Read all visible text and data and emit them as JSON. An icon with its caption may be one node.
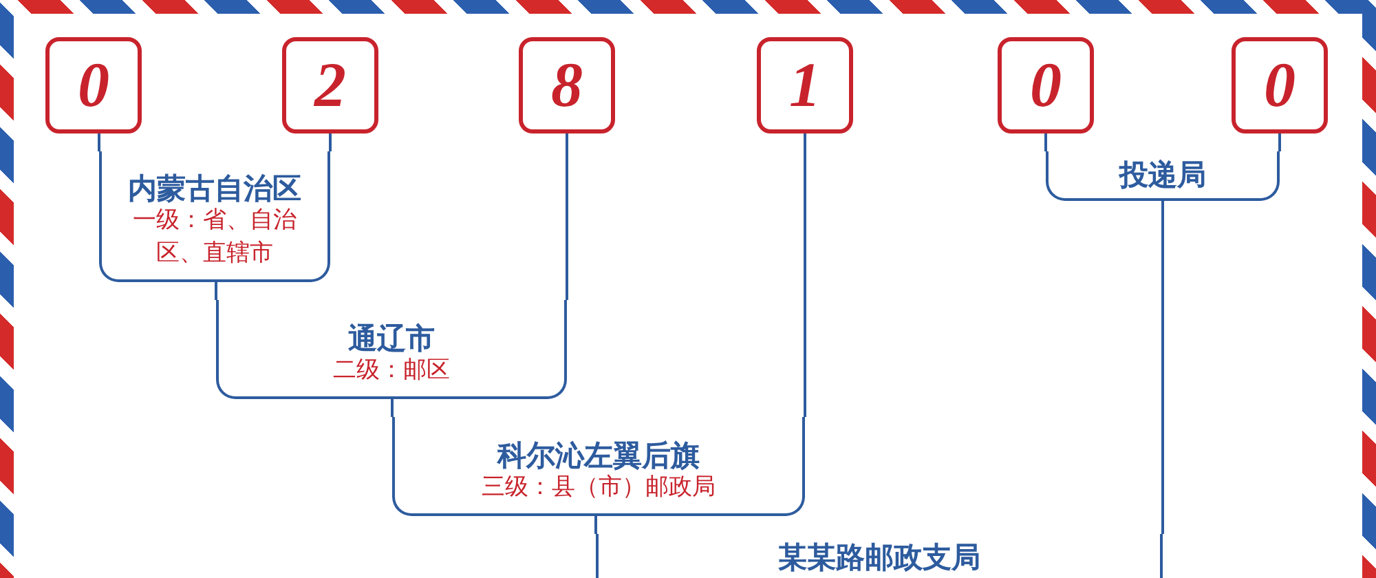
{
  "diagram": {
    "nodes": [
      {
        "text": [
          "0"
        ]
      },
      {
        "text": [
          "2"
        ]
      },
      {
        "text": [
          "8"
        ]
      },
      {
        "text": [
          "1"
        ]
      },
      {
        "text": [
          "0"
        ]
      },
      {
        "text": [
          "0"
        ]
      },
      {
        "text": [
          "内蒙古自治区",
          "一级：省、自治区、直辖市"
        ]
      },
      {
        "text": [
          "通辽市",
          "二级：邮区"
        ]
      },
      {
        "text": [
          "科尔沁左翼后旗",
          "三级：县（市）邮政局"
        ]
      },
      {
        "text": [
          "某某路邮政支局"
        ]
      },
      {
        "text": [
          "投递局"
        ]
      }
    ],
    "edges": [
      {
        "from": 0,
        "to": 6,
        "arrow": "none"
      },
      {
        "from": 1,
        "to": 6,
        "arrow": "none"
      },
      {
        "from": 6,
        "to": 7,
        "arrow": "none"
      },
      {
        "from": 2,
        "to": 7,
        "arrow": "none"
      },
      {
        "from": 7,
        "to": 8,
        "arrow": "none"
      },
      {
        "from": 3,
        "to": 8,
        "arrow": "none"
      },
      {
        "from": 8,
        "to": 9,
        "arrow": "none"
      },
      {
        "from": 4,
        "to": 10,
        "arrow": "none"
      },
      {
        "from": 5,
        "to": 10,
        "arrow": "none"
      },
      {
        "from": 10,
        "to": 9,
        "arrow": "none"
      }
    ]
  }
}
